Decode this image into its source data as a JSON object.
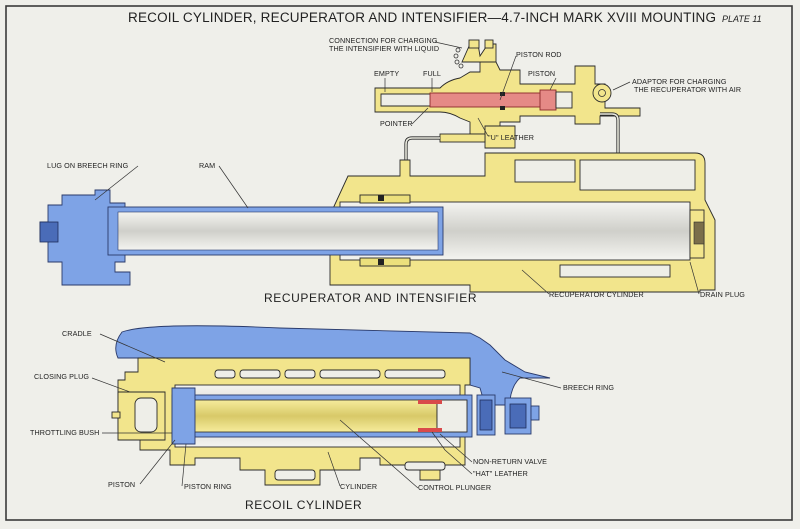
{
  "plate": {
    "title": "RECOIL CYLINDER, RECUPERATOR AND INTENSIFIER—4.7-INCH MARK XVIII MOUNTING",
    "plate_number": "PLATE 11"
  },
  "colors": {
    "background": "#efefea",
    "yellow_parts": "#f2e58c",
    "blue_parts": "#7ea3e6",
    "red_parts": "#e58a86",
    "outline": "#2a2a2a"
  },
  "upper_figure": {
    "caption": "RECUPERATOR AND INTENSIFIER",
    "labels": {
      "connection_line1": "CONNECTION FOR CHARGING",
      "connection_line2": "THE INTENSIFIER WITH LIQUID",
      "piston_rod": "PISTON ROD",
      "empty": "EMPTY",
      "full": "FULL",
      "piston": "PISTON",
      "adaptor_line1": "ADAPTOR FOR CHARGING",
      "adaptor_line2": "THE RECUPERATOR WITH AIR",
      "pointer": "POINTER",
      "u_leather": "\"U\" LEATHER",
      "lug_on_breech_ring": "LUG ON BREECH RING",
      "ram": "RAM",
      "recuperator_cylinder": "RECUPERATOR CYLINDER",
      "drain_plug": "DRAIN PLUG"
    }
  },
  "lower_figure": {
    "caption": "RECOIL CYLINDER",
    "labels": {
      "cradle": "CRADLE",
      "closing_plug": "CLOSING PLUG",
      "throttling_bush": "THROTTLING BUSH",
      "piston": "PISTON",
      "piston_ring": "PISTON RING",
      "cylinder": "CYLINDER",
      "control_plunger": "CONTROL PLUNGER",
      "non_return_valve": "NON-RETURN VALVE",
      "hat_leather": "\"HAT\" LEATHER",
      "breech_ring": "BREECH RING"
    }
  }
}
